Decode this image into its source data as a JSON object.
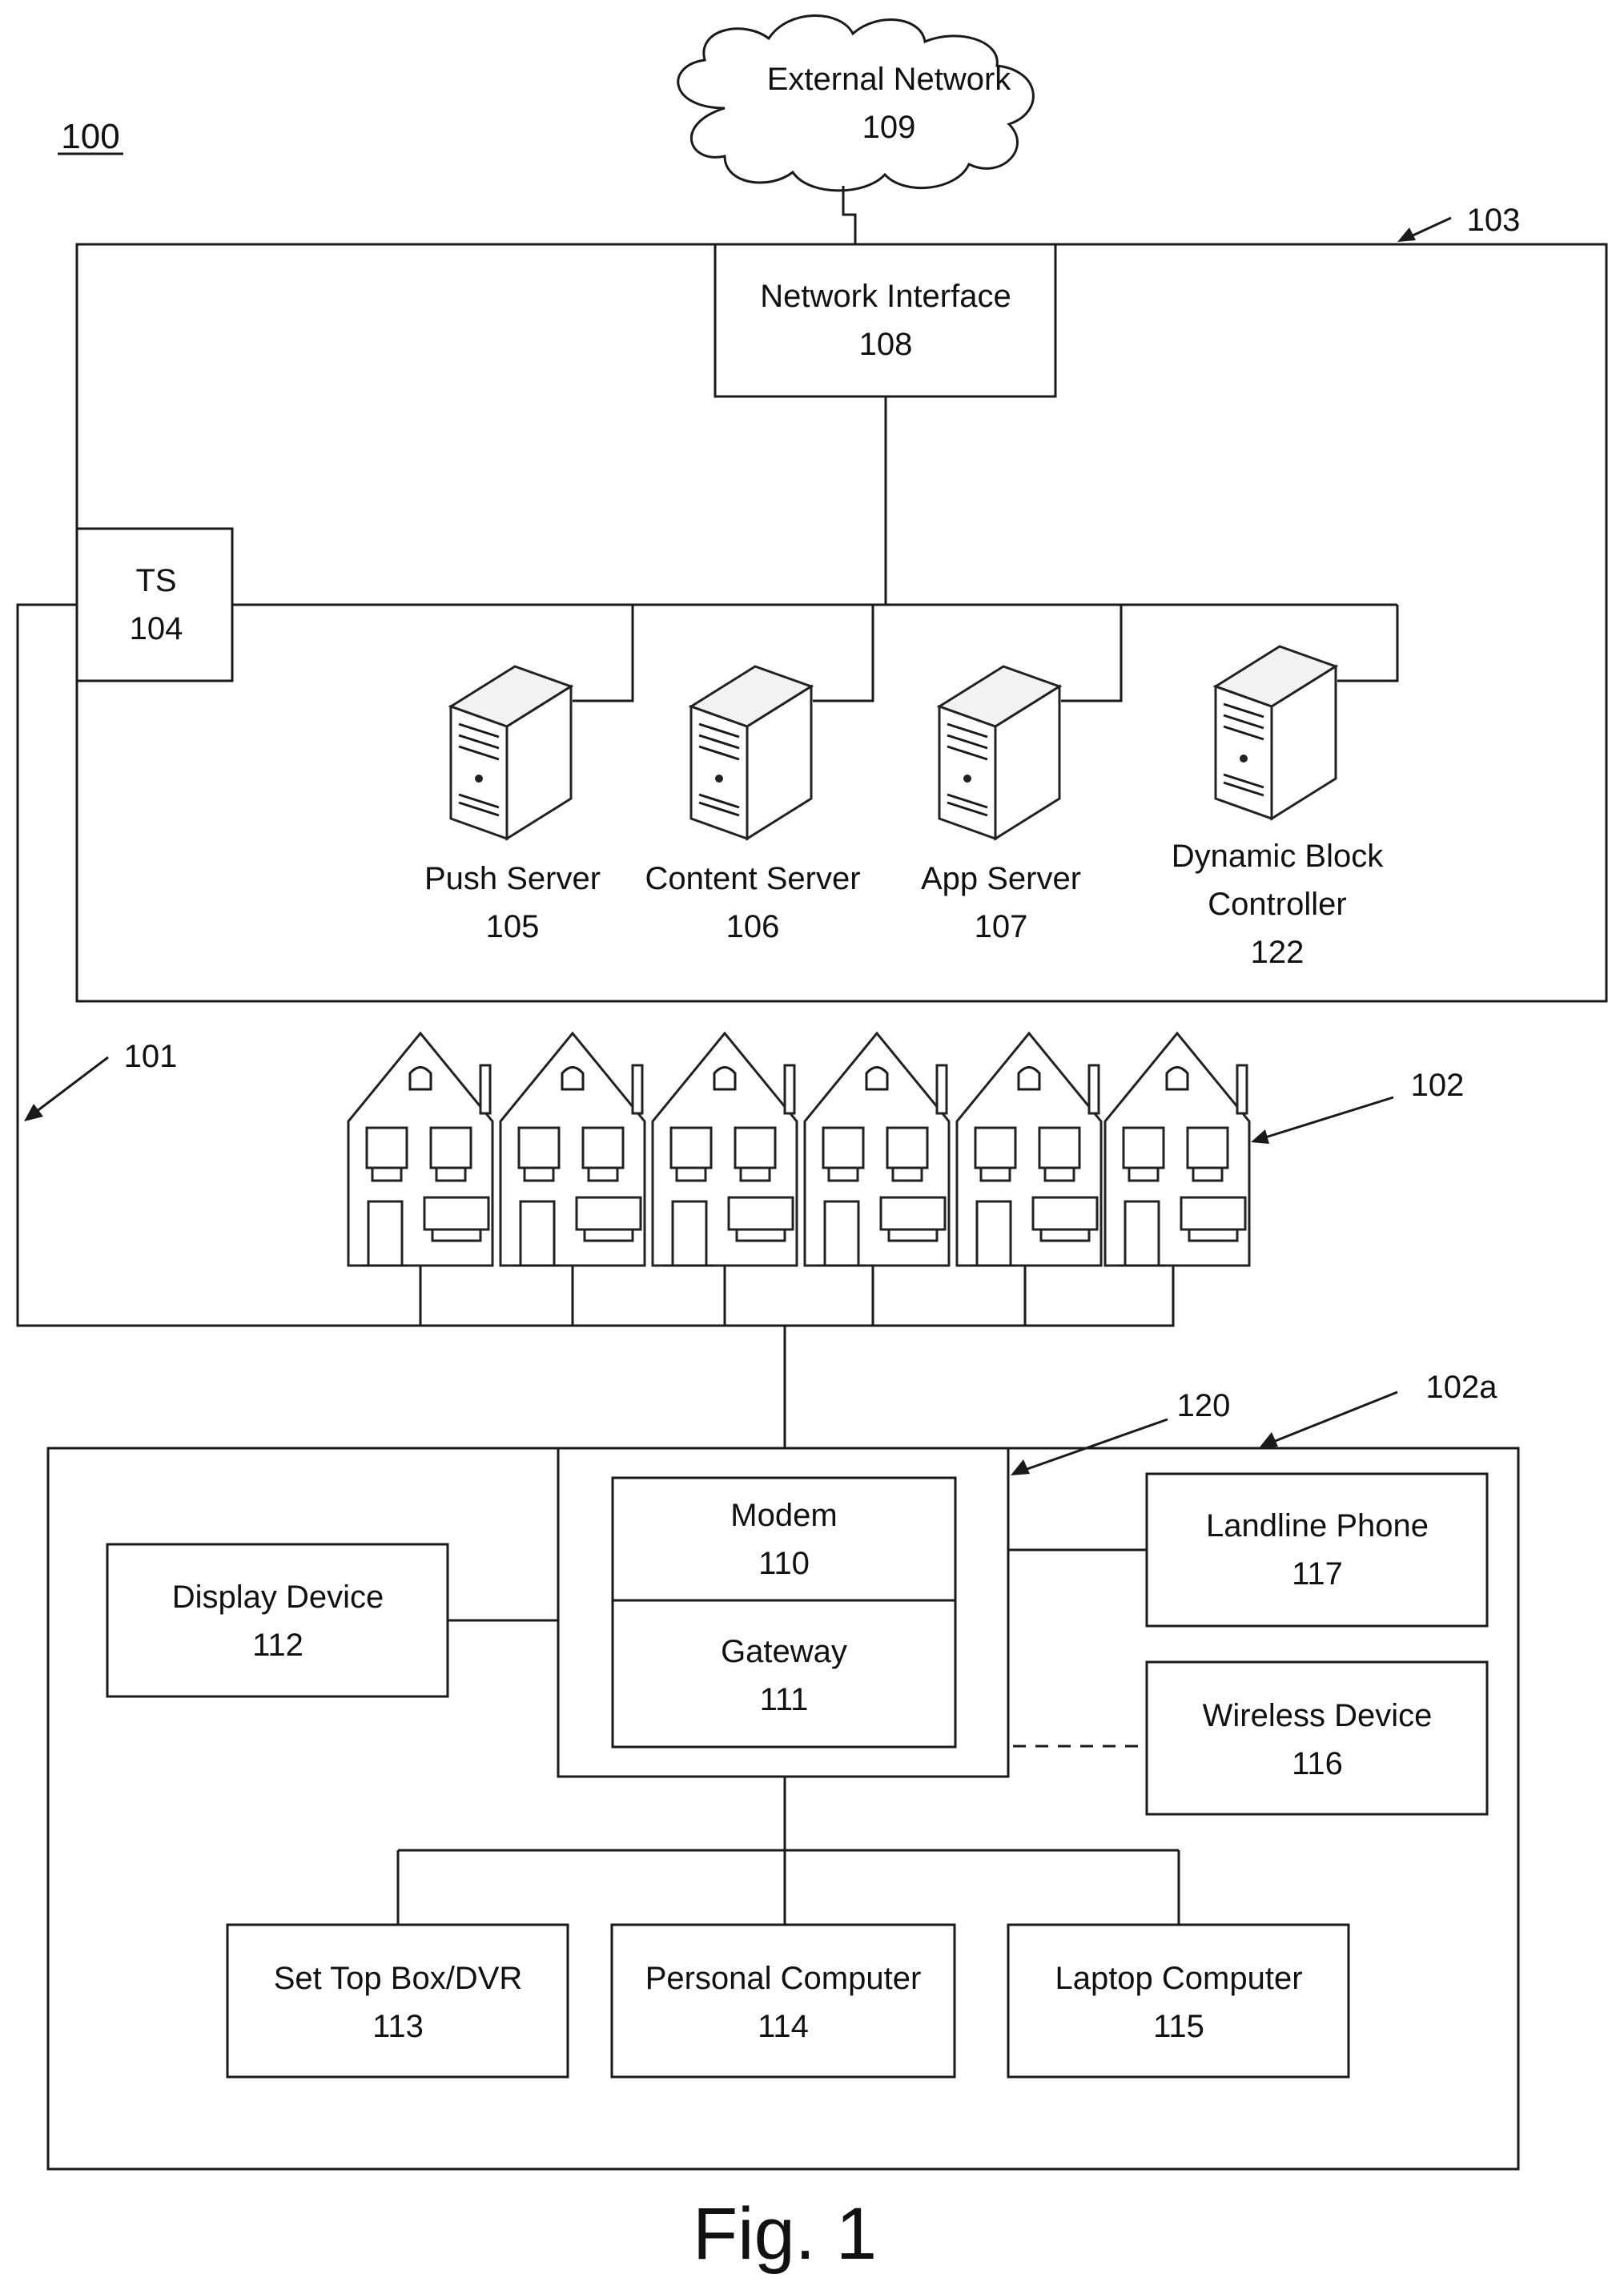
{
  "figure": {
    "ref": "100",
    "caption": "Fig. 1"
  },
  "labels": {
    "ref_103": "103",
    "ref_101": "101",
    "ref_102": "102",
    "ref_102a": "102a",
    "ref_120": "120"
  },
  "nodes": {
    "external_network": {
      "name": "External Network",
      "num": "109"
    },
    "network_interface": {
      "name": "Network Interface",
      "num": "108"
    },
    "ts": {
      "name": "TS",
      "num": "104"
    },
    "push_server": {
      "name": "Push Server",
      "num": "105"
    },
    "content_server": {
      "name": "Content Server",
      "num": "106"
    },
    "app_server": {
      "name": "App Server",
      "num": "107"
    },
    "dynamic_block": {
      "name_line1": "Dynamic Block",
      "name_line2": "Controller",
      "num": "122"
    },
    "modem": {
      "name": "Modem",
      "num": "110"
    },
    "gateway": {
      "name": "Gateway",
      "num": "111"
    },
    "display_device": {
      "name": "Display Device",
      "num": "112"
    },
    "landline_phone": {
      "name": "Landline Phone",
      "num": "117"
    },
    "wireless_device": {
      "name": "Wireless Device",
      "num": "116"
    },
    "set_top_box": {
      "name": "Set Top Box/DVR",
      "num": "113"
    },
    "personal_computer": {
      "name": "Personal Computer",
      "num": "114"
    },
    "laptop_computer": {
      "name": "Laptop Computer",
      "num": "115"
    }
  }
}
